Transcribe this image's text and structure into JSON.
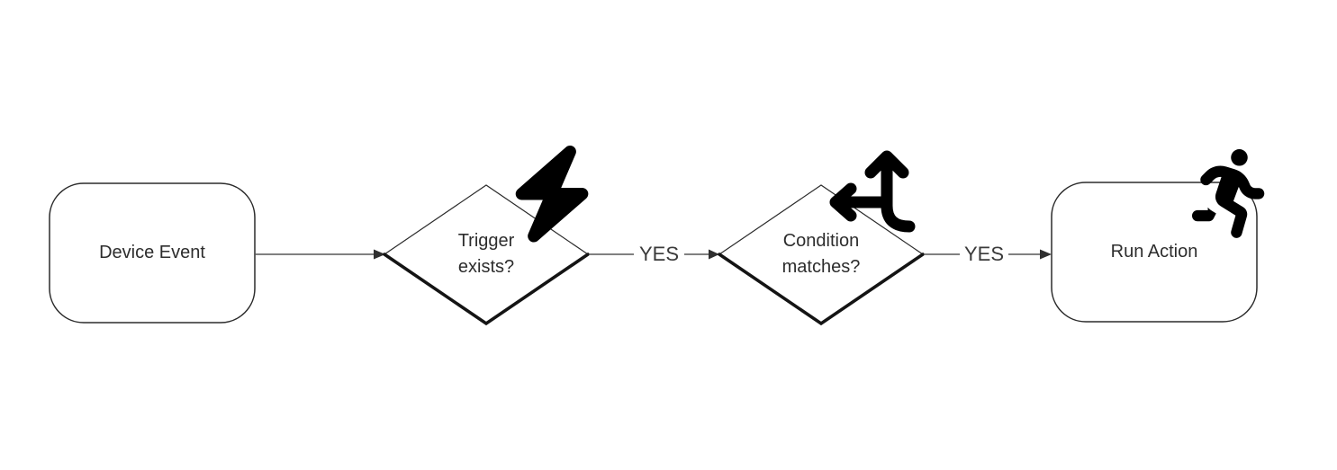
{
  "diagram": {
    "type": "flowchart",
    "direction": "left-to-right",
    "nodes": [
      {
        "id": "device-event",
        "shape": "rounded-rectangle",
        "label": "Device Event"
      },
      {
        "id": "trigger-exists",
        "shape": "decision-diamond",
        "label": "Trigger exists?",
        "label_lines": [
          "Trigger",
          "exists?"
        ],
        "icon": "bolt-icon"
      },
      {
        "id": "condition-matches",
        "shape": "decision-diamond",
        "label": "Condition matches?",
        "label_lines": [
          "Condition",
          "matches?"
        ],
        "icon": "split-arrows-icon"
      },
      {
        "id": "run-action",
        "shape": "rounded-rectangle",
        "label": "Run Action",
        "icon": "person-running-icon"
      }
    ],
    "edges": [
      {
        "from": "device-event",
        "to": "trigger-exists"
      },
      {
        "from": "trigger-exists",
        "to": "condition-matches",
        "label": "YES"
      },
      {
        "from": "condition-matches",
        "to": "run-action",
        "label": "YES"
      }
    ],
    "colors": {
      "background": "#ffffff",
      "shape_stroke": "#2b2b2b",
      "shape_shadow_edge": "#141414",
      "connector": "#565656",
      "arrowhead": "#2f2f2f",
      "icon": "#000000",
      "node_text": "#2d2d2d",
      "edge_text": "#3a3a3a"
    }
  }
}
